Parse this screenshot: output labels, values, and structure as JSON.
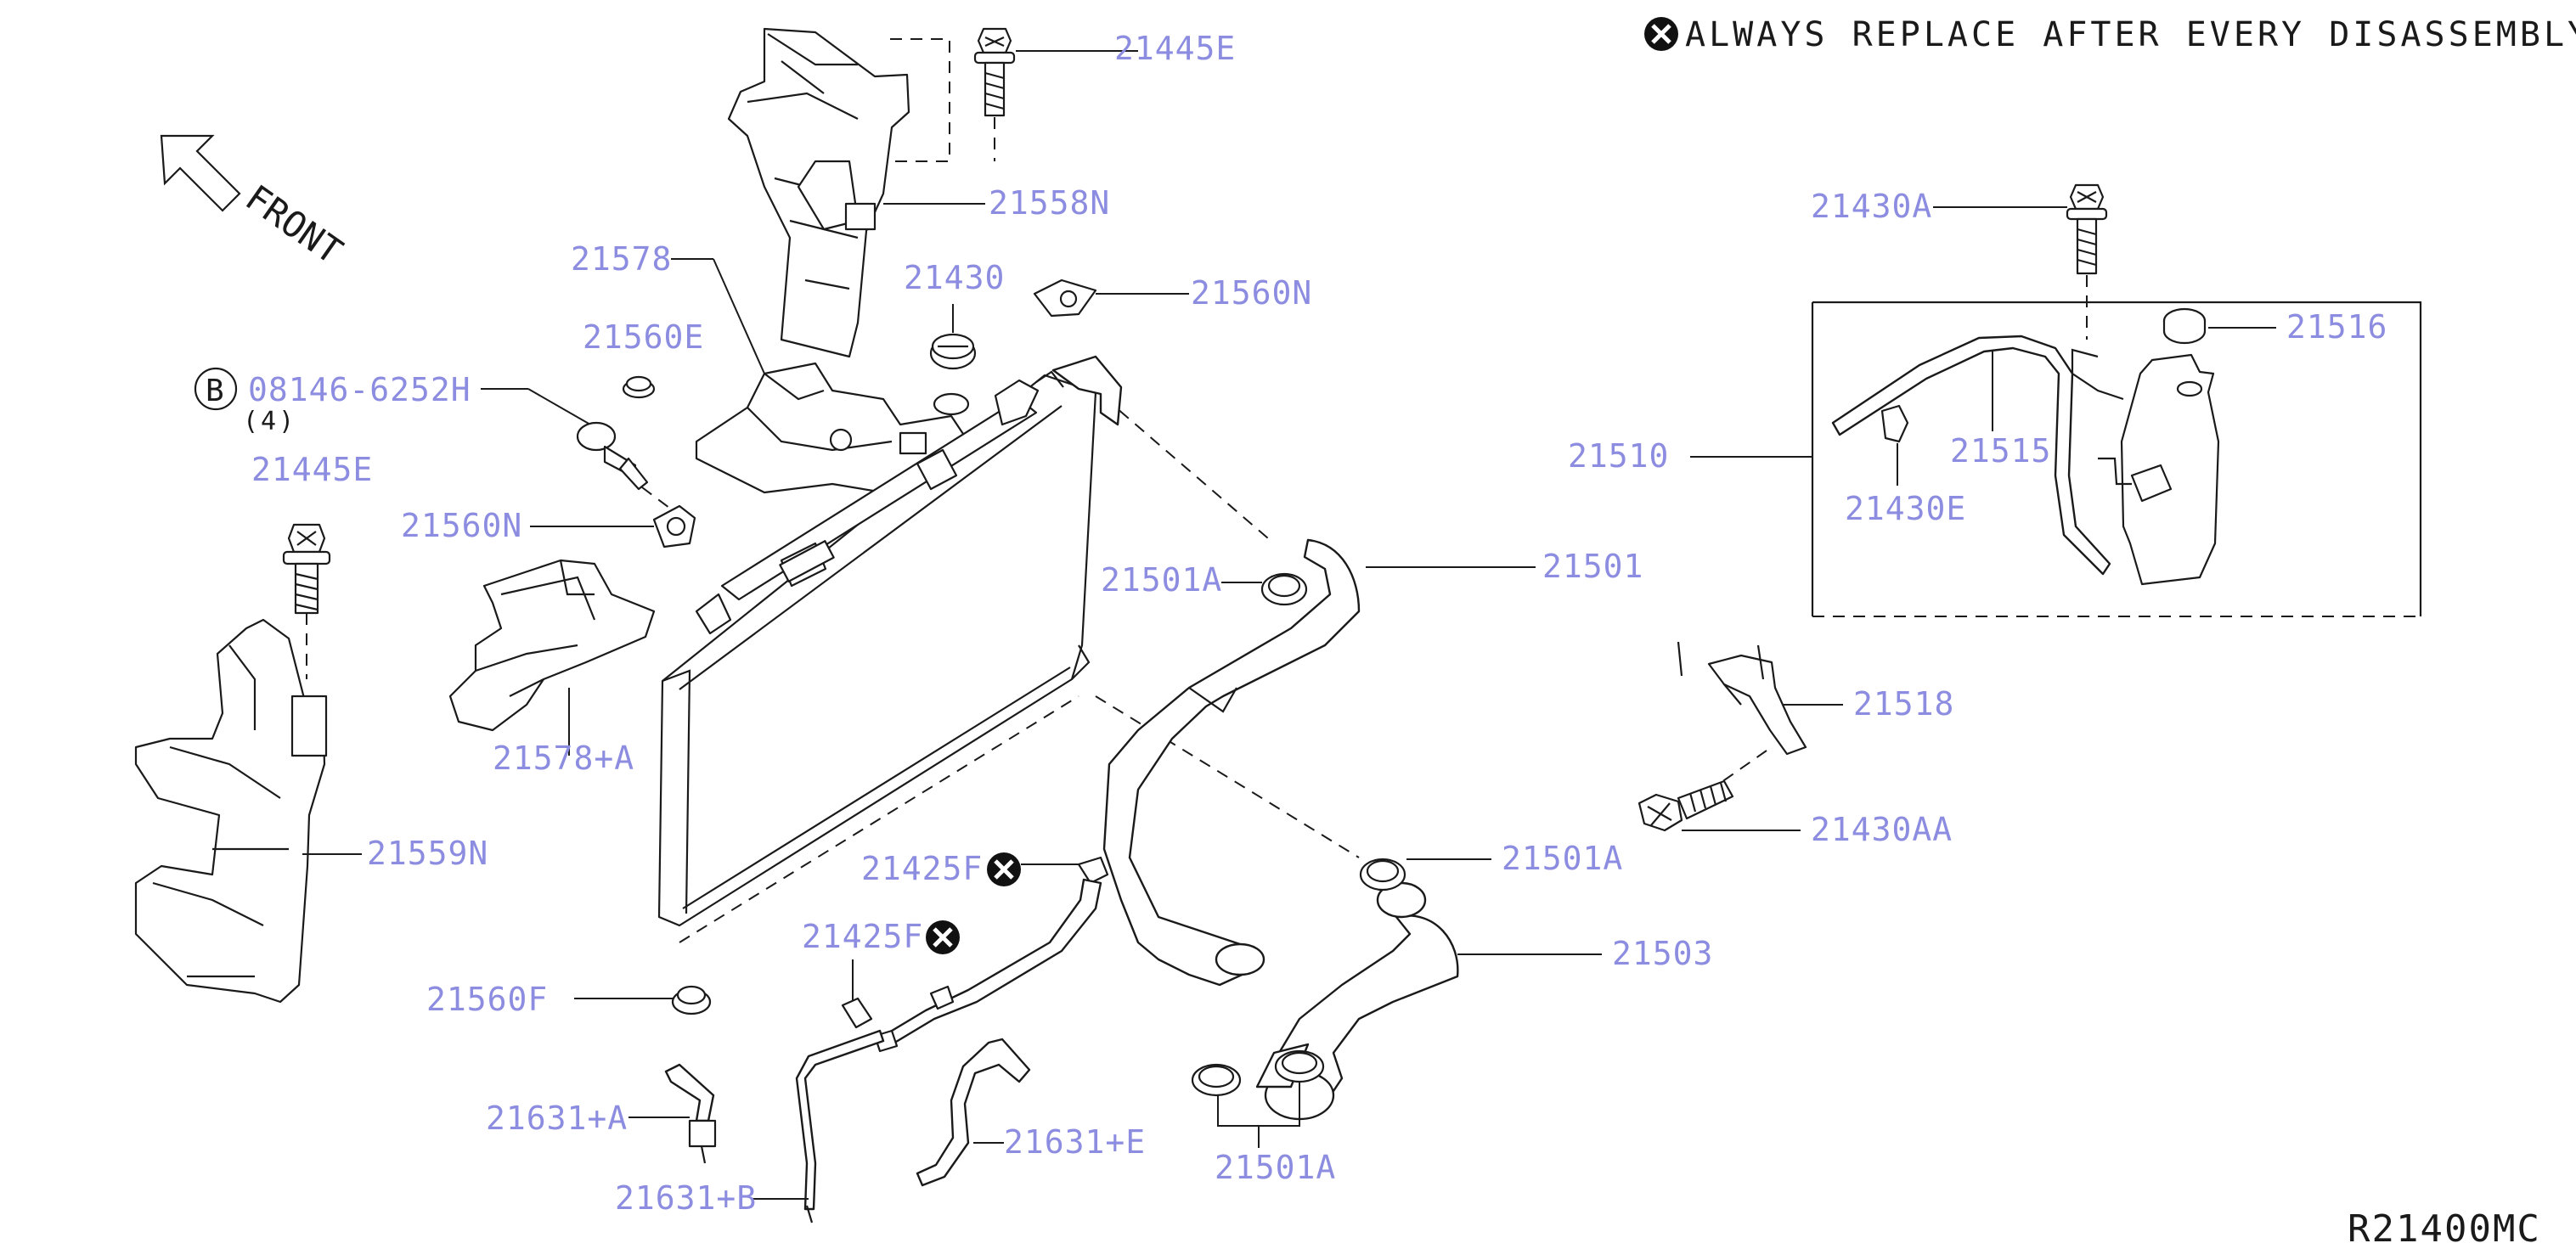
{
  "notice": {
    "text": "ALWAYS REPLACE AFTER EVERY DISASSEMBLY",
    "symbol": "x-circle-icon"
  },
  "direction": {
    "label": "FRONT"
  },
  "bolt_note": {
    "circle_letter": "B",
    "part": "08146-6252H",
    "qty": "(4)"
  },
  "diagram_code": "R21400MC",
  "parts": {
    "p21445E_top": "21445E",
    "p21558N": "21558N",
    "p21578": "21578",
    "p21430": "21430",
    "p21560N_top": "21560N",
    "p21560E": "21560E",
    "p21445E_left": "21445E",
    "p21560N_left": "21560N",
    "p21578A": "21578+A",
    "p21559N": "21559N",
    "p21501A_mid": "21501A",
    "p21501": "21501",
    "p21425F_a": "21425F",
    "p21425F_b": "21425F",
    "p21501A_low": "21501A",
    "p21503": "21503",
    "p21560F": "21560F",
    "p21631A": "21631+A",
    "p21631B": "21631+B",
    "p21631E": "21631+E",
    "p21501A_bottom": "21501A",
    "p21430A": "21430A",
    "p21516": "21516",
    "p21510": "21510",
    "p21515": "21515",
    "p21430E": "21430E",
    "p21518": "21518",
    "p21430AA": "21430AA"
  },
  "colors": {
    "label": "#8c8ce0",
    "line": "#1a1a1a",
    "background": "#ffffff"
  }
}
